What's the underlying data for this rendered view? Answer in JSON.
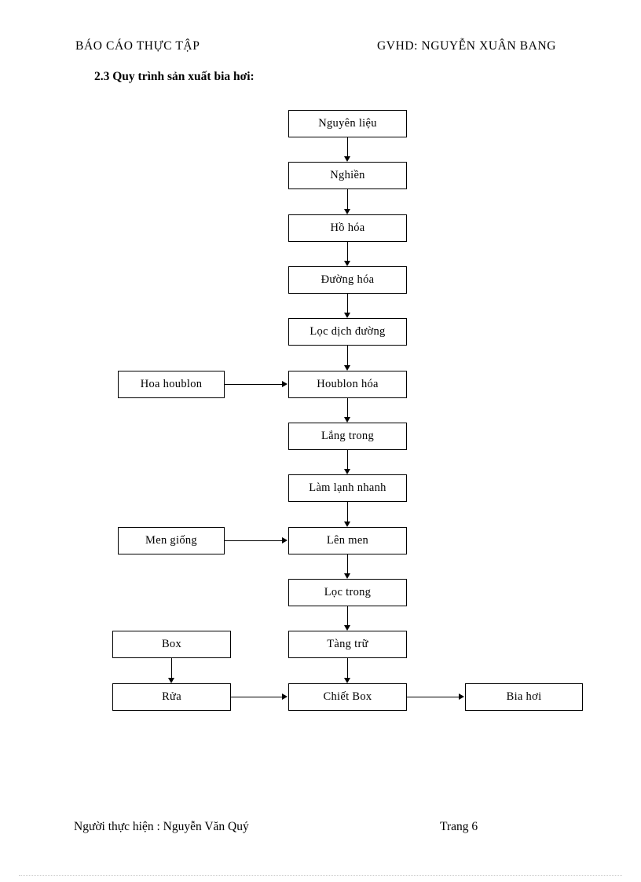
{
  "header": {
    "left": "BÁO CÁO THỰC TẬP",
    "right": "GVHD: NGUYỄN XUÂN BANG"
  },
  "section": {
    "title": "2.3 Quy trình sản xuất bia hơi:"
  },
  "flowchart": {
    "main_chain": [
      {
        "label": "Nguyên liệu"
      },
      {
        "label": "Nghiền"
      },
      {
        "label": "Hồ hóa"
      },
      {
        "label": "Đường hóa"
      },
      {
        "label": "Lọc dịch đường"
      },
      {
        "label": "Houblon hóa"
      },
      {
        "label": "Lắng trong"
      },
      {
        "label": "Làm lạnh nhanh"
      },
      {
        "label": "Lên men"
      },
      {
        "label": "Lọc trong"
      },
      {
        "label": "Tàng trữ"
      },
      {
        "label": "Chiết Box"
      }
    ],
    "side_inputs": [
      {
        "label": "Hoa houblon",
        "target": "Houblon hóa"
      },
      {
        "label": "Men giống",
        "target": "Lên men"
      }
    ],
    "bottom_left": [
      {
        "label": "Box"
      },
      {
        "label": "Rửa"
      }
    ],
    "output": {
      "label": "Bia hơi"
    }
  },
  "footer": {
    "left": "Người thực hiện : Nguyễn Văn Quý",
    "right": "Trang 6"
  },
  "colors": {
    "ink": "#000000",
    "paper": "#ffffff"
  }
}
